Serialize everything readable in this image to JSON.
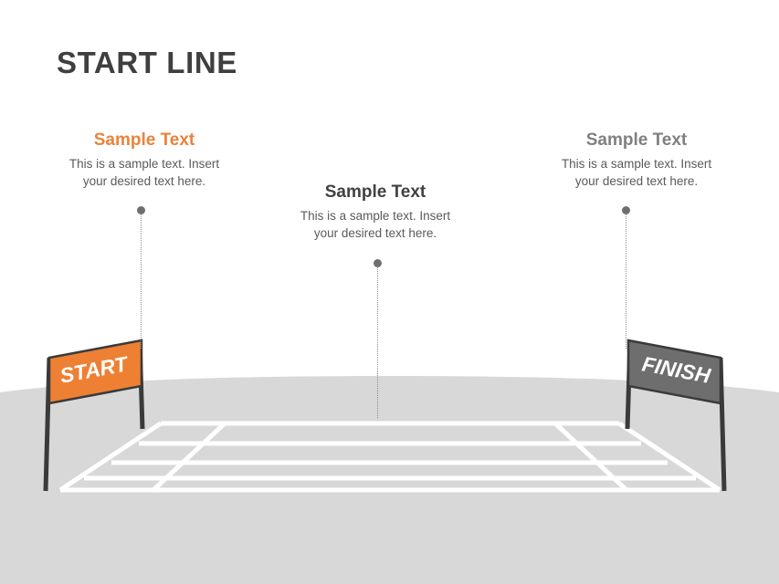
{
  "slide": {
    "title": "START LINE",
    "background_color": "#ffffff"
  },
  "colors": {
    "title": "#3f3f3f",
    "accent_orange": "#ee8033",
    "banner_orange": "#ee8033",
    "banner_grey": "#6e6e6e",
    "ground": "#d8d8d8",
    "track_line": "#ffffff",
    "pole": "#3a3a3a",
    "connector_dot": "#6f6f6f",
    "heading_orange": "#e8833a",
    "heading_dark": "#414141",
    "heading_grey": "#808080",
    "body_text": "#5a5a5a"
  },
  "callouts": [
    {
      "id": "left",
      "heading": "Sample Text",
      "heading_color": "#e8833a",
      "body_line1": "This is a sample text. Insert",
      "body_line2": "your desired text here."
    },
    {
      "id": "center",
      "heading": "Sample Text",
      "heading_color": "#414141",
      "body_line1": "This is a sample text. Insert",
      "body_line2": "your desired text here."
    },
    {
      "id": "right",
      "heading": "Sample Text",
      "heading_color": "#808080",
      "body_line1": "This is a sample text. Insert",
      "body_line2": "your desired text here."
    }
  ],
  "banners": [
    {
      "id": "start",
      "label": "START",
      "fill": "#ee8033",
      "text_color": "#ffffff"
    },
    {
      "id": "finish",
      "label": "FINISH",
      "fill": "#6e6e6e",
      "text_color": "#ffffff"
    }
  ],
  "track": {
    "name": "perspective-race-track",
    "lane_count": 5,
    "rail_count": 5,
    "line_color": "#ffffff",
    "ground_color": "#d8d8d8"
  }
}
